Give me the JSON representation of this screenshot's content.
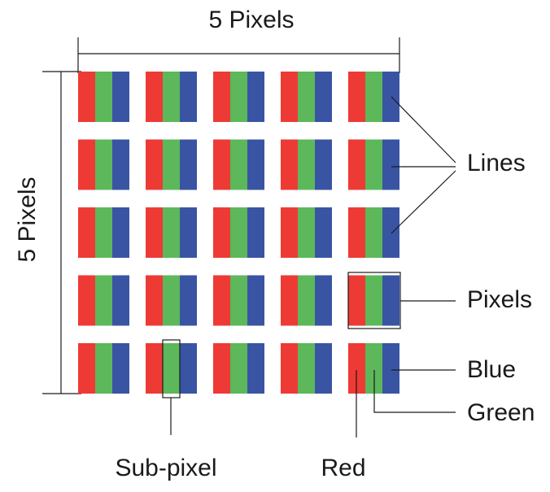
{
  "labels": {
    "top_dimension": "5 Pixels",
    "side_dimension": "5 Pixels",
    "lines": "Lines",
    "pixels": "Pixels",
    "blue": "Blue",
    "green": "Green",
    "sub_pixel": "Sub-pixel",
    "red": "Red"
  },
  "grid": {
    "rows": 5,
    "columns": 5,
    "subpixel_order": [
      "red",
      "green",
      "blue"
    ]
  },
  "colors": {
    "red": "#ee3a35",
    "green": "#5cb85a",
    "blue": "#3a54a4",
    "line": "#1a1a1a"
  }
}
